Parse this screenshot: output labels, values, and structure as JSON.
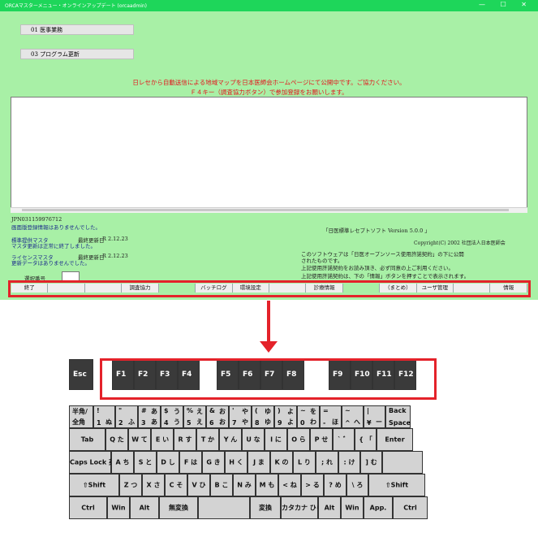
{
  "window": {
    "title": "ORCAマスターメニュー・オンラインアップデート (orcaadmin)",
    "controls": "— ☐ ✕"
  },
  "menu": {
    "item1": "01  医事業務",
    "item2": "03  プログラム更新"
  },
  "notice": {
    "line1": "日レセから自動送信による地域マップを日本医師会ホームページにて公開中です。ご協力ください。",
    "line2": "Ｆ４キー（調査協力ボタン）で参加登録をお願いします。"
  },
  "status": {
    "id": "JPN031159976712",
    "no_install": "画面版登録情報はありませんでした。",
    "std_master": "標準提供マスタ",
    "std_updated_label": "最終更新日",
    "std_updated_value": "R 2.12.23",
    "std_result": "マスタ更新は正常に終了しました。",
    "license_master": "ライセンスマスタ",
    "license_updated_label": "最終更新日",
    "license_updated_value": "R 2.12.23",
    "license_result": "更新データはありませんでした。",
    "select_label": "選択番号"
  },
  "about": {
    "product": "「日医標準レセプトソフト Version 5.0.0 」",
    "copyright": "Copyright(C) 2002 社団法人日本医師会",
    "line1": "このソフトウェアは「日医オープンソース使用許諾契約」の下に公開",
    "line2": "されたものです。",
    "line3": "上記使用許諾契約をお読み頂き、必ず同意の上ご利用ください。",
    "line4": "上記使用許諾契約は、下の「情報」ボタンを押すことで表示されます。"
  },
  "function_keys": [
    {
      "label": "終了",
      "green": false
    },
    {
      "label": "",
      "green": false
    },
    {
      "label": "",
      "green": false
    },
    {
      "label": "調査協力",
      "green": false
    },
    {
      "label": "",
      "green": true
    },
    {
      "label": "バッチログ",
      "green": false
    },
    {
      "label": "環境設定",
      "green": false
    },
    {
      "label": "",
      "green": false
    },
    {
      "label": "診療情報",
      "green": false
    },
    {
      "label": "",
      "green": true
    },
    {
      "label": "（まとめ）",
      "green": false
    },
    {
      "label": "ユーザ管理",
      "green": false
    },
    {
      "label": "",
      "green": false
    },
    {
      "label": "情報",
      "green": false
    }
  ],
  "colors": {
    "window_bg": "#a8f0a6",
    "titlebar": "#1ed65a",
    "highlight_red": "#e4222a",
    "notice_red": "#e4141c"
  },
  "keyboard": {
    "esc": "Esc",
    "fkeys": [
      "F1",
      "F2",
      "F3",
      "F4",
      "F5",
      "F6",
      "F7",
      "F8",
      "F9",
      "F10",
      "F11",
      "F12"
    ],
    "row1": [
      {
        "tl": "半角/",
        "bl": "全角",
        "tr": "",
        "br": ""
      },
      {
        "tl": "!",
        "bl": "1",
        "tr": "",
        "br": "ぬ"
      },
      {
        "tl": "\"",
        "bl": "2",
        "tr": "",
        "br": "ふ"
      },
      {
        "tl": "#",
        "bl": "3",
        "tr": "あ",
        "br": "あ"
      },
      {
        "tl": "$",
        "bl": "4",
        "tr": "う",
        "br": "う"
      },
      {
        "tl": "%",
        "bl": "5",
        "tr": "え",
        "br": "え"
      },
      {
        "tl": "&",
        "bl": "6",
        "tr": "お",
        "br": "お"
      },
      {
        "tl": "'",
        "bl": "7",
        "tr": "や",
        "br": "や"
      },
      {
        "tl": "(",
        "bl": "8",
        "tr": "ゆ",
        "br": "ゆ"
      },
      {
        "tl": ")",
        "bl": "9",
        "tr": "よ",
        "br": "よ"
      },
      {
        "tl": "~",
        "bl": "0",
        "tr": "を",
        "br": "わ"
      },
      {
        "tl": "=",
        "bl": "-",
        "tr": "",
        "br": "ほ"
      },
      {
        "tl": "~",
        "bl": "^",
        "tr": "",
        "br": "へ"
      },
      {
        "tl": "|",
        "bl": "¥",
        "tr": "",
        "br": "ー"
      },
      {
        "tl": "Back",
        "bl": "Space",
        "tr": "",
        "br": ""
      }
    ],
    "row2": [
      "Tab",
      "Q た",
      "W て",
      "E い",
      "R す",
      "T か",
      "Y ん",
      "U な",
      "I に",
      "O ら",
      "P せ",
      "` ゛",
      "{ 「",
      "Enter"
    ],
    "row3": [
      "Caps Lock 英数",
      "A ち",
      "S と",
      "D し",
      "F は",
      "G き",
      "H く",
      "J ま",
      "K の",
      "L り",
      "; れ",
      ": け",
      "] む"
    ],
    "row4": [
      "⇧Shift",
      "Z つ",
      "X さ",
      "C そ",
      "V ひ",
      "B こ",
      "N み",
      "M も",
      "< ね",
      "> る",
      "? め",
      "\\ ろ",
      "⇧Shift"
    ],
    "row5": [
      "Ctrl",
      "Win",
      "Alt",
      "無変換",
      "",
      "変換",
      "カタカナ ひらがな",
      "Alt",
      "Win",
      "App.",
      "Ctrl"
    ]
  }
}
